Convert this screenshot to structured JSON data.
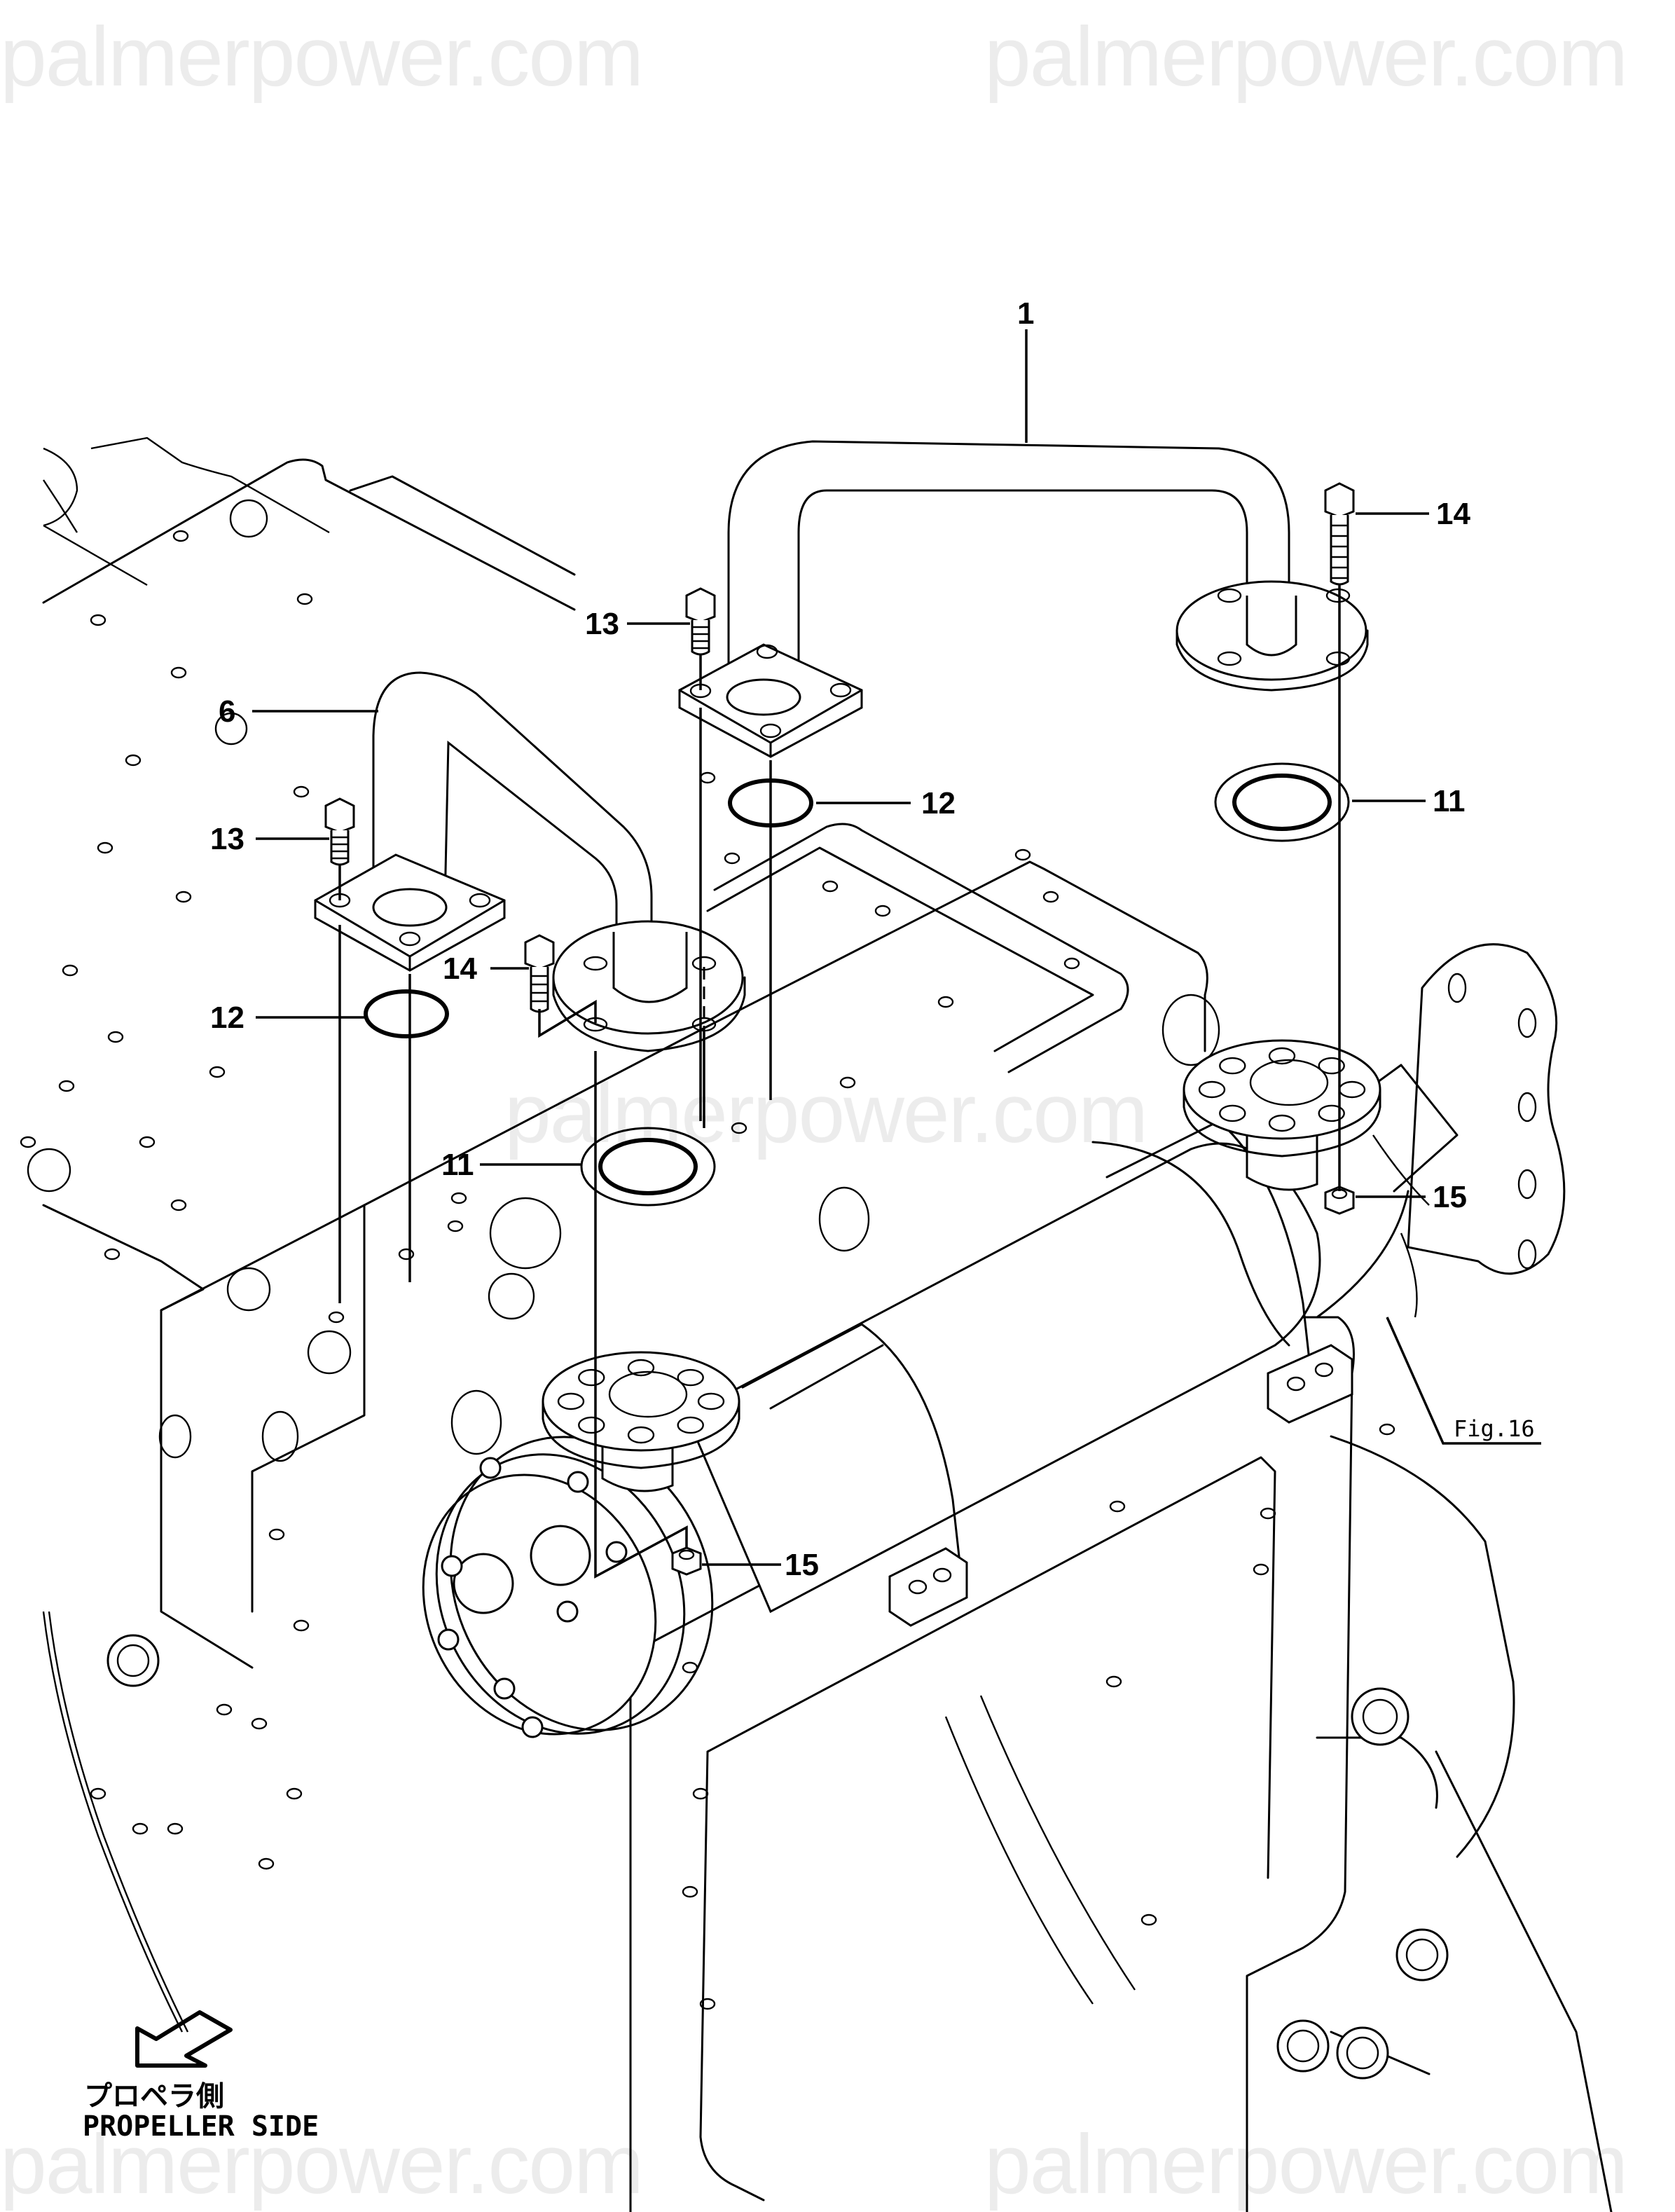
{
  "document": {
    "type": "exploded parts diagram",
    "subject": "Marine engine exhaust/cooling pipe assembly with heat exchanger"
  },
  "watermarks": [
    {
      "id": "wm-top-left",
      "text": "palmerpower.com"
    },
    {
      "id": "wm-top-right",
      "text": "palmerpower.com"
    },
    {
      "id": "wm-center",
      "text": "palmerpower.com"
    },
    {
      "id": "wm-bottom-left",
      "text": "palmerpower.com"
    },
    {
      "id": "wm-bottom-right",
      "text": "palmerpower.com"
    }
  ],
  "callouts": [
    {
      "id": "c1",
      "number": "1",
      "part": "pipe (large U-bend)"
    },
    {
      "id": "c6",
      "number": "6",
      "part": "pipe (small bend)"
    },
    {
      "id": "c11a",
      "number": "11",
      "part": "gasket (left)"
    },
    {
      "id": "c11b",
      "number": "11",
      "part": "gasket (right)"
    },
    {
      "id": "c12a",
      "number": "12",
      "part": "O-ring (left)"
    },
    {
      "id": "c12b",
      "number": "12",
      "part": "O-ring (center)"
    },
    {
      "id": "c13a",
      "number": "13",
      "part": "bolt (left)"
    },
    {
      "id": "c13b",
      "number": "13",
      "part": "bolt (center)"
    },
    {
      "id": "c14a",
      "number": "14",
      "part": "bolt (left flange)"
    },
    {
      "id": "c14b",
      "number": "14",
      "part": "bolt (right flange)"
    },
    {
      "id": "c15a",
      "number": "15",
      "part": "nut (right)"
    },
    {
      "id": "c15b",
      "number": "15",
      "part": "nut (lower)"
    }
  ],
  "figure_reference": {
    "text": "Fig.16"
  },
  "direction_note": {
    "japanese": "プロペラ側",
    "english": "PROPELLER SIDE",
    "icon": "arrow-down-left-icon"
  }
}
